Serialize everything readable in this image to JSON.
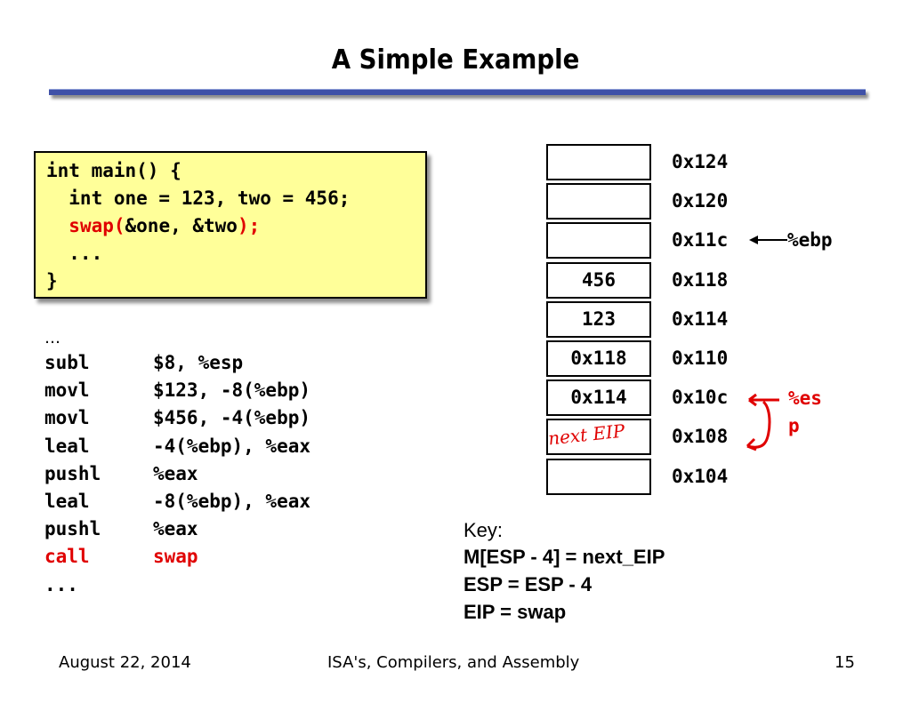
{
  "title": "A Simple Example",
  "c_code": {
    "line1": "int main() {",
    "line2": "  int one = 123, two = 456;",
    "line3_pre": "  ",
    "line3_call": "swap(",
    "line3_args": "&one, &two",
    "line3_end": ");",
    "line4": "  ...",
    "line5": "}"
  },
  "asm": {
    "ellipsis": "…",
    "rows": [
      {
        "op": "subl",
        "args": "$8, %esp"
      },
      {
        "op": "movl",
        "args": "$123, -8(%ebp)"
      },
      {
        "op": "movl",
        "args": "$456, -4(%ebp)"
      },
      {
        "op": "leal",
        "args": "-4(%ebp), %eax"
      },
      {
        "op": "pushl",
        "args": "%eax"
      },
      {
        "op": "leal",
        "args": "-8(%ebp), %eax"
      },
      {
        "op": "pushl",
        "args": "%eax"
      },
      {
        "op": "call",
        "args": "swap"
      }
    ],
    "trailing": "..."
  },
  "stack": {
    "cells": [
      "",
      "",
      "",
      "456",
      "123",
      "0x118",
      "0x114",
      "",
      ""
    ],
    "addresses": [
      "0x124",
      "0x120",
      "0x11c",
      "0x118",
      "0x114",
      "0x110",
      "0x10c",
      "0x108",
      "0x104"
    ],
    "ebp_label": "%ebp",
    "esp_label_1": "%es",
    "esp_label_2": "p",
    "handwritten_note": "next EIP"
  },
  "key": {
    "heading": "Key:",
    "line1": "M[ESP - 4] = next_EIP",
    "line2": "ESP = ESP - 4",
    "line3": "EIP = swap"
  },
  "footer": {
    "date": "August 22, 2014",
    "course": "ISA's, Compilers, and Assembly",
    "page": "15"
  },
  "colors": {
    "highlight": "#e00000",
    "code_bg": "#ffff99",
    "title_bar": "#3f51a8"
  }
}
